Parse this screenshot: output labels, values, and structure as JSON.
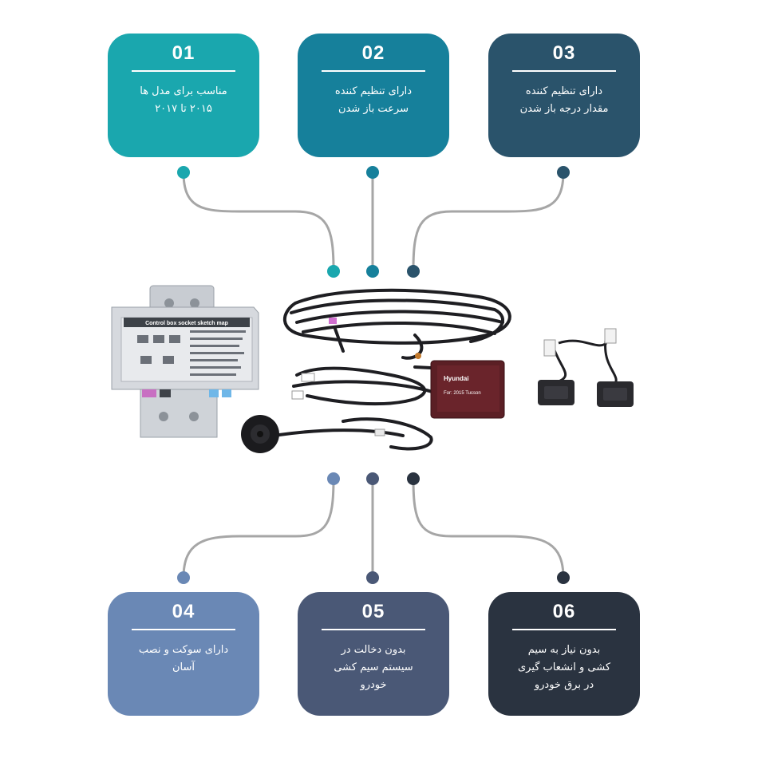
{
  "colors": {
    "connector": "#a6a6a6",
    "c1": "#1aa7ae",
    "c2": "#16809b",
    "c3": "#2a536b",
    "c4": "#6a88b5",
    "c5": "#4a5876",
    "c6": "#2a3340"
  },
  "features": [
    {
      "number": "01",
      "text": "مناسب برای مدل ها\n۲۰۱۵ تا ۲۰۱۷",
      "color": "#1aa7ae"
    },
    {
      "number": "02",
      "text": "دارای تنظیم کننده\nسرعت باز شدن",
      "color": "#16809b"
    },
    {
      "number": "03",
      "text": "دارای تنظیم کننده\nمقدار درجه باز شدن",
      "color": "#2a536b"
    },
    {
      "number": "04",
      "text": "دارای سوکت و نصب\nآسان",
      "color": "#6a88b5"
    },
    {
      "number": "05",
      "text": "بدون دخالت در\nسیستم سیم کشی\nخودرو",
      "color": "#4a5876"
    },
    {
      "number": "06",
      "text": "بدون نیاز به سیم\nکشی و انشعاب گیری\nدر برق خودرو",
      "color": "#2a3340"
    }
  ],
  "product": {
    "control_box_label": "Control box socket sketch map",
    "module_brand": "Hyundai",
    "module_part": "For: 2015 Tucson"
  },
  "icons": {
    "connector_dot": "dot-icon",
    "switch_button": "tailgate-switch-icon",
    "buzzer": "buzzer-icon"
  }
}
